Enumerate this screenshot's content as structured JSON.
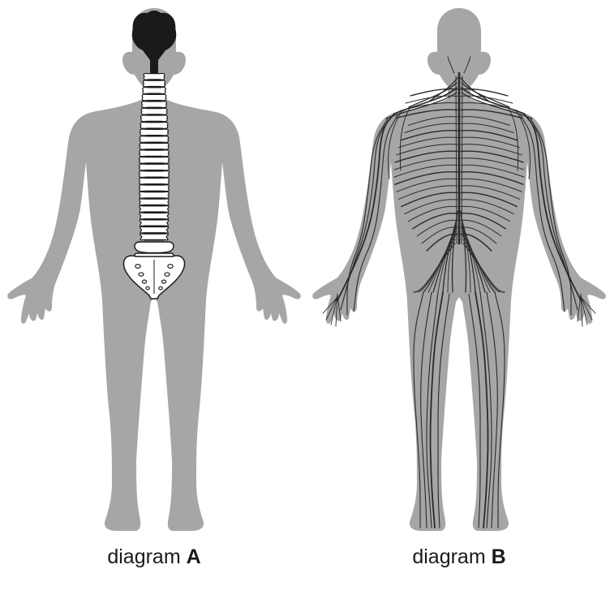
{
  "figures": [
    {
      "id": "A",
      "caption_word": "diagram",
      "caption_letter": "A",
      "shows": "central nervous system"
    },
    {
      "id": "B",
      "caption_word": "diagram",
      "caption_letter": "B",
      "shows": "peripheral nervous system"
    }
  ],
  "colors": {
    "body_silhouette": "#a6a6a6",
    "brain": "#1a1a1a",
    "vertebrae_fill": "#ffffff",
    "outline": "#1a1a1a",
    "nerves": "#2a2a2a"
  }
}
